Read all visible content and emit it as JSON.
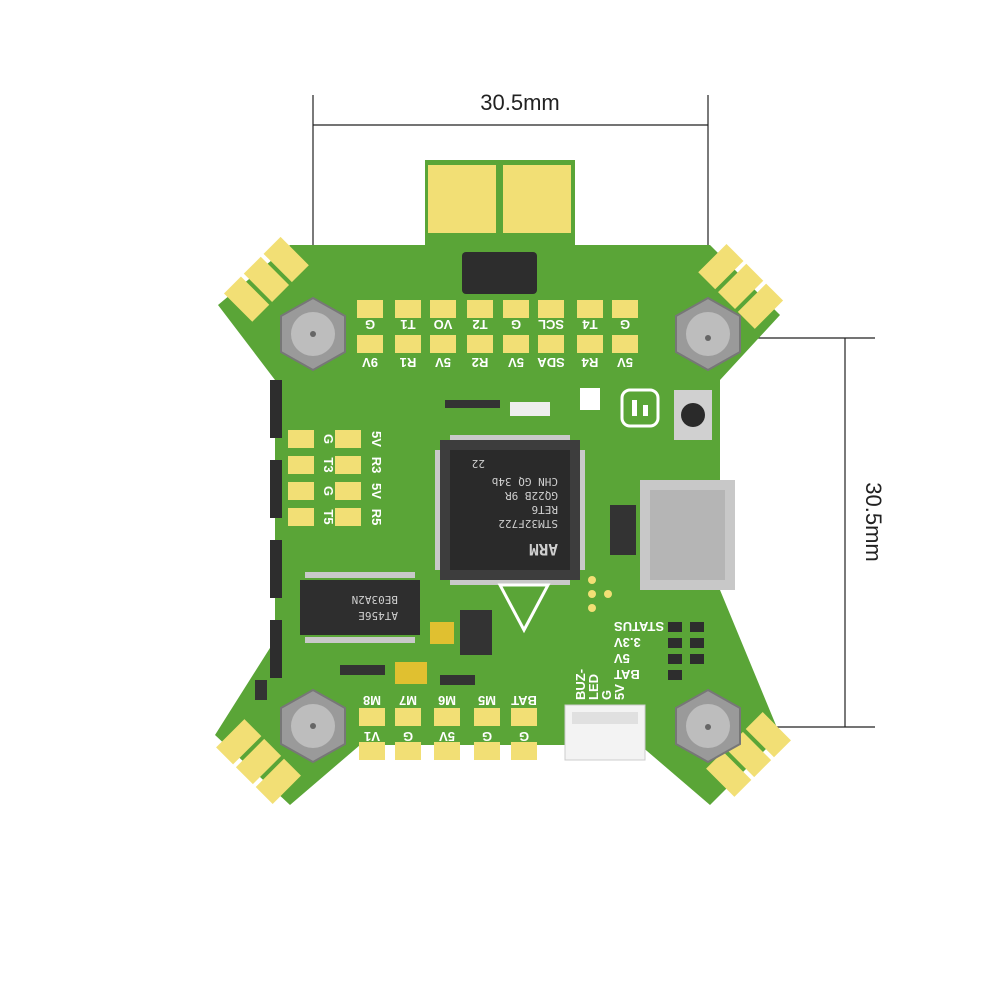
{
  "dimensions": {
    "horizontal": "30.5mm",
    "vertical": "30.5mm"
  },
  "top_pads_row1": [
    "G",
    "T1",
    "VO",
    "T2",
    "G",
    "SCL",
    "T4",
    "G"
  ],
  "top_pads_row2": [
    "9V",
    "R1",
    "5V",
    "R2",
    "5V",
    "SDA",
    "R4",
    "5V"
  ],
  "left_pads": [
    {
      "left": "G",
      "right": "5V"
    },
    {
      "left": "T3",
      "right": "R3"
    },
    {
      "left": "G",
      "right": "5V"
    },
    {
      "left": "T5",
      "right": "R5"
    }
  ],
  "motor_row1": [
    "M8",
    "M7",
    "M6",
    "M5",
    "BAT"
  ],
  "motor_row2": [
    "V1",
    "G",
    "5V",
    "G",
    "G"
  ],
  "status_labels": [
    "STATUS",
    "3.3V",
    "5V",
    "BAT"
  ],
  "connector_labels": [
    "BUZ-",
    "LED",
    "G",
    "5V"
  ],
  "mcu": {
    "lines": [
      "STM32F722",
      "RET6",
      "GQ22B 9R",
      "CHN GQ 34b"
    ],
    "brand": "ARM",
    "mark": "22"
  },
  "driver_chip": [
    "AT456E",
    "BE03A2N"
  ],
  "colors": {
    "pcb": "#5aa537",
    "pad": "#f2df75",
    "silk": "#ffffff",
    "hardware": "#a8a8a8"
  }
}
